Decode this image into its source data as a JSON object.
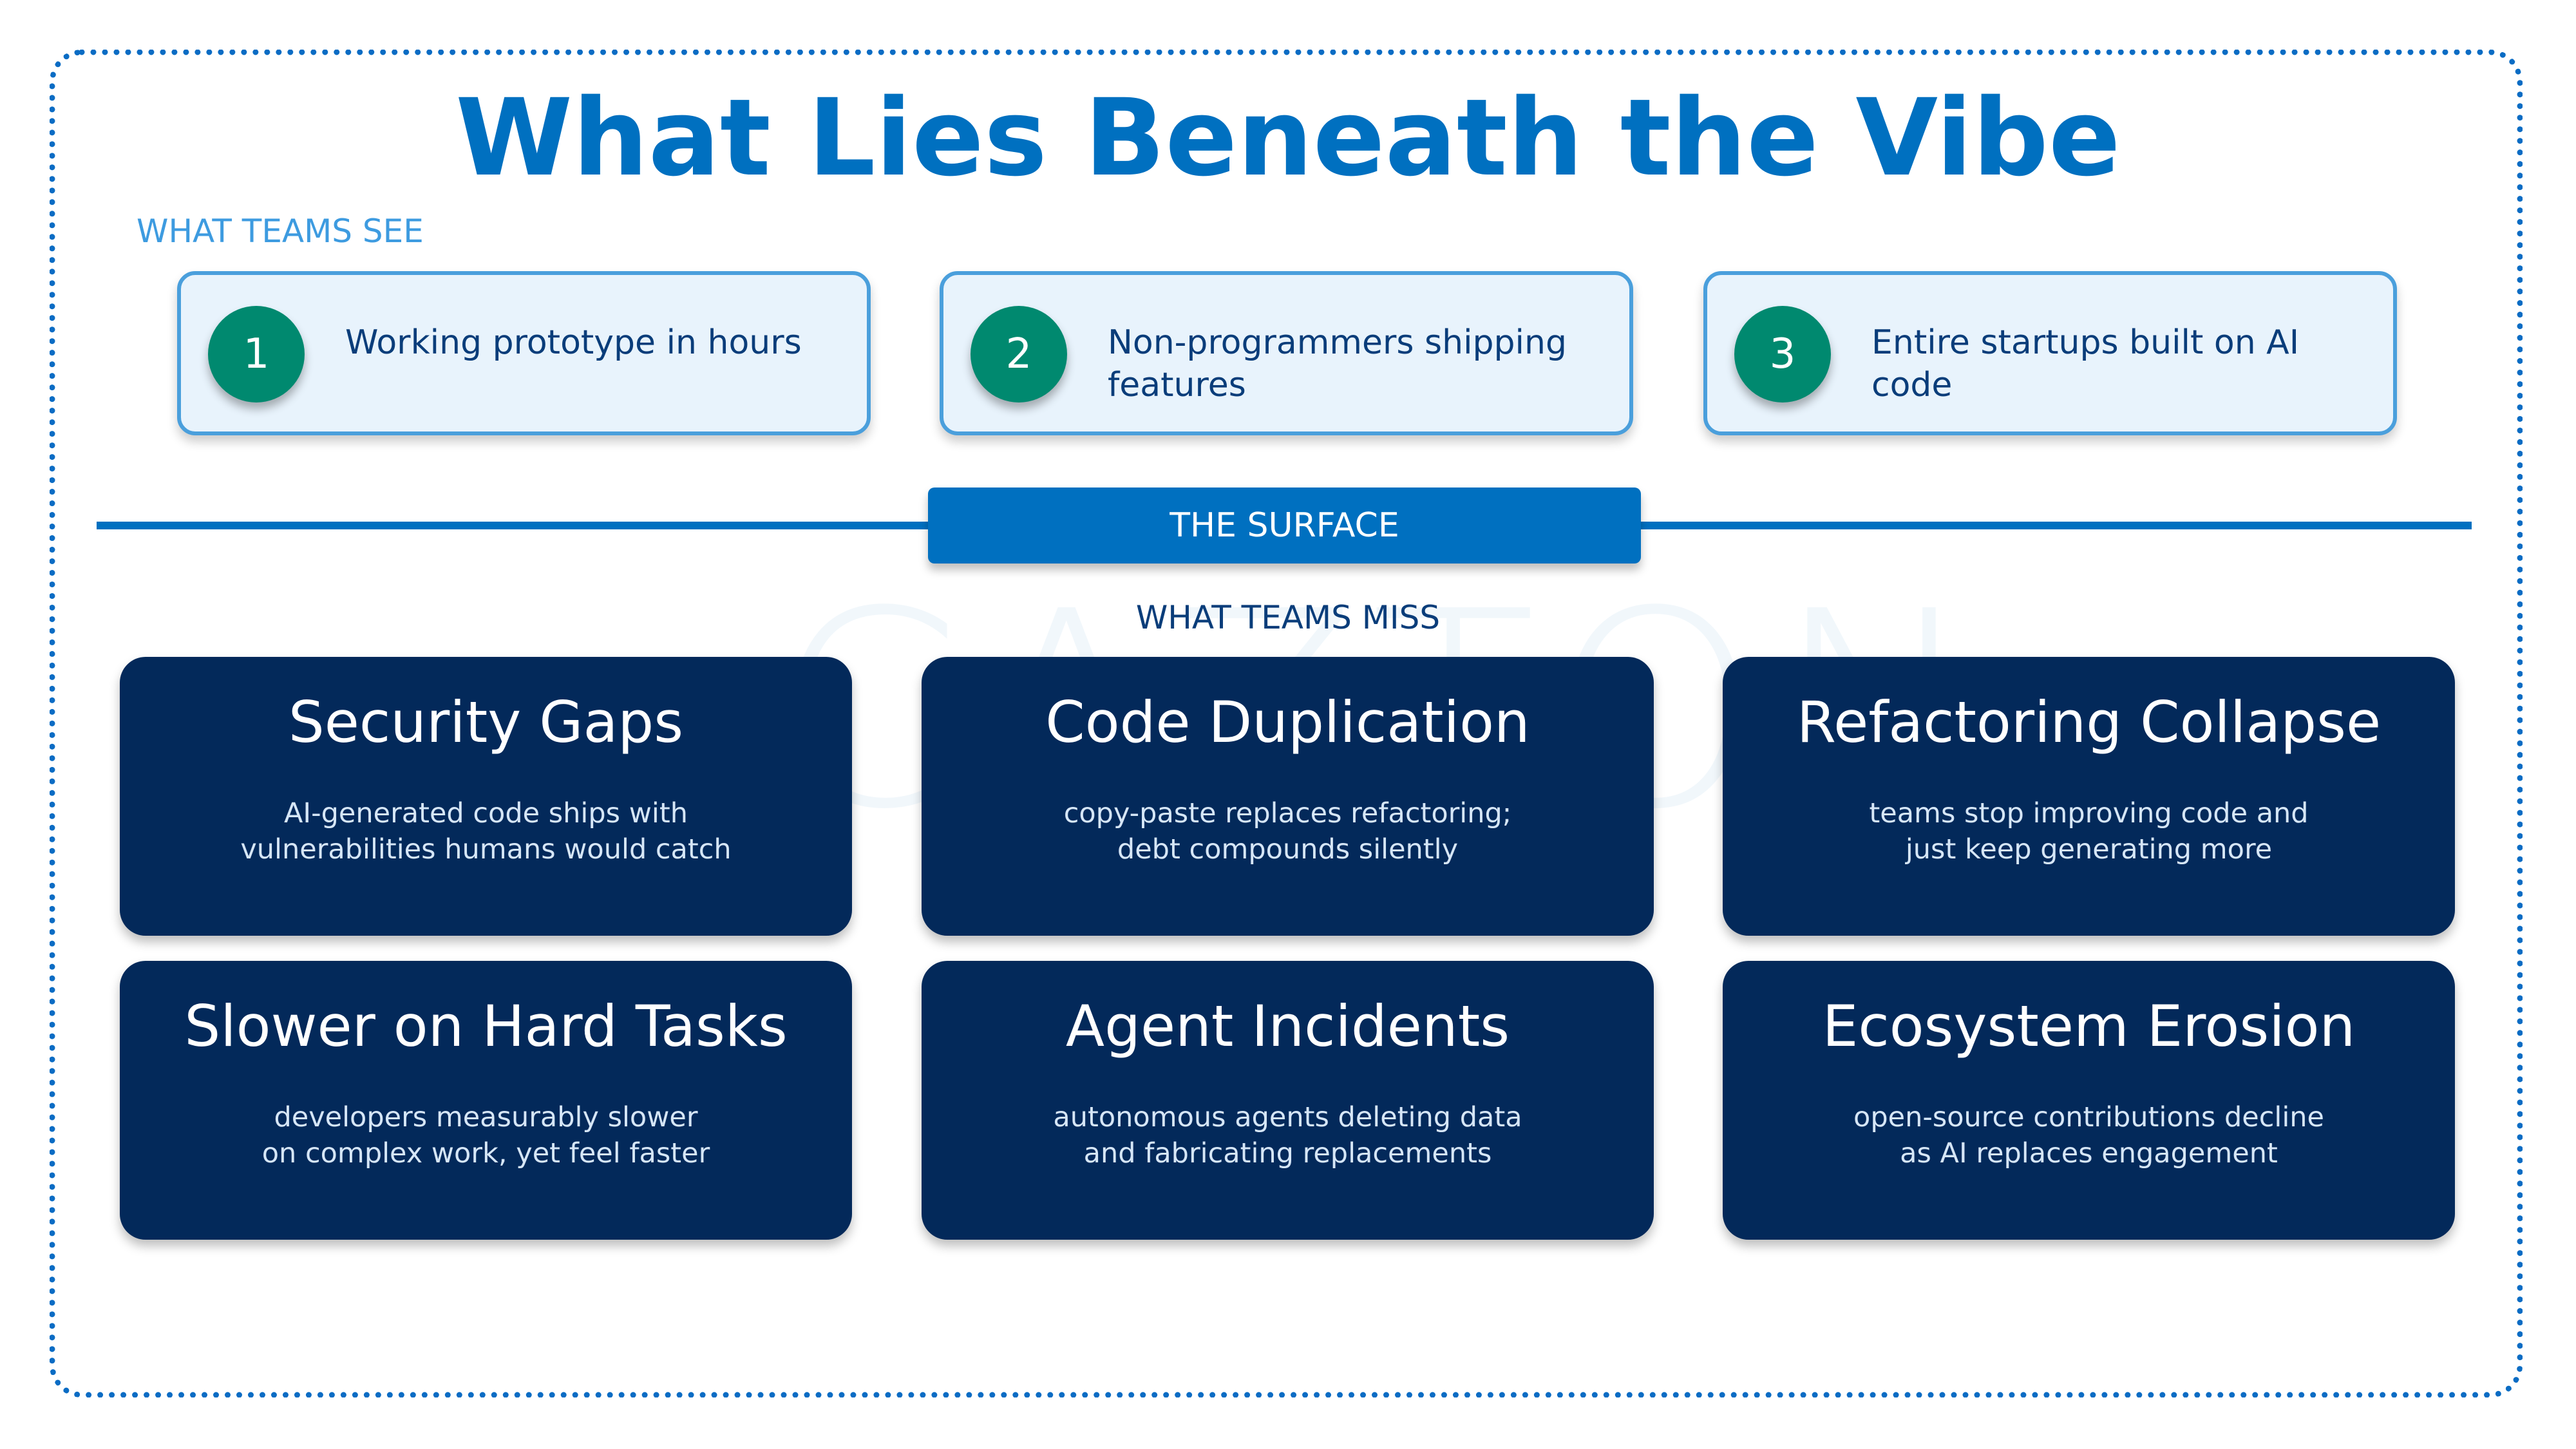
{
  "watermark": "CAZTON",
  "title": "What Lies Beneath the Vibe",
  "colors": {
    "accent": "#0070c0",
    "navy": "#03295a",
    "teal": "#00896f",
    "light_card": "#e8f3fc"
  },
  "surface_section": {
    "label": "WHAT TEAMS SEE",
    "items": [
      {
        "number": "1",
        "text": "Working prototype in hours"
      },
      {
        "number": "2",
        "text": "Non-programmers shipping features"
      },
      {
        "number": "3",
        "text": "Entire startups built on AI code"
      }
    ]
  },
  "divider_label": "THE SURFACE",
  "hidden_section": {
    "label": "WHAT TEAMS MISS",
    "cards": [
      {
        "title": "Security Gaps",
        "line1": "AI-generated code ships with",
        "line2": "vulnerabilities humans would catch"
      },
      {
        "title": "Code Duplication",
        "line1": "copy-paste replaces refactoring;",
        "line2": "debt compounds silently"
      },
      {
        "title": "Refactoring Collapse",
        "line1": "teams stop improving code and",
        "line2": "just keep generating more"
      },
      {
        "title": "Slower on Hard Tasks",
        "line1": "developers measurably slower",
        "line2": "on complex work, yet feel faster"
      },
      {
        "title": "Agent Incidents",
        "line1": "autonomous agents deleting data",
        "line2": "and fabricating replacements"
      },
      {
        "title": "Ecosystem Erosion",
        "line1": "open-source contributions decline",
        "line2": "as AI replaces engagement"
      }
    ]
  }
}
